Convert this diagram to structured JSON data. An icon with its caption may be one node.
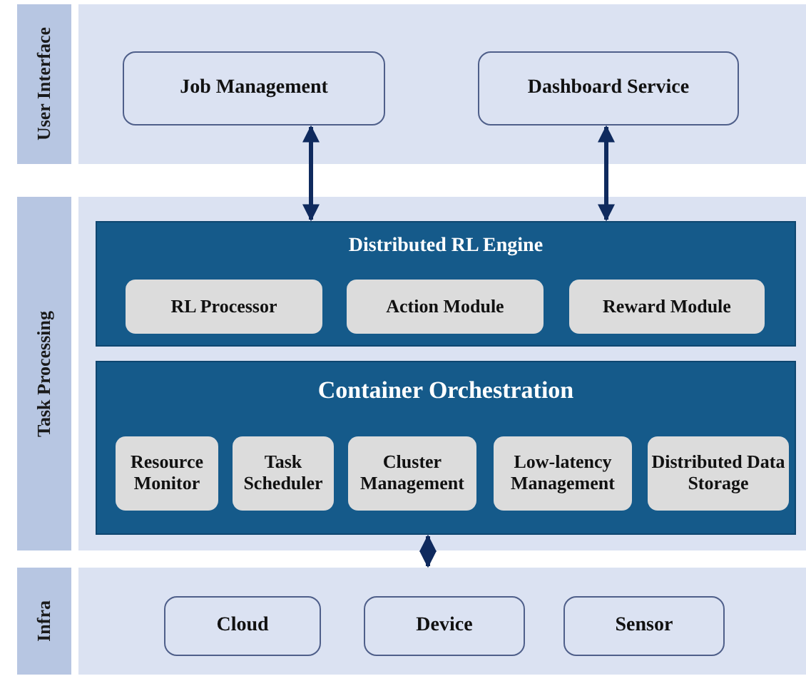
{
  "diagram": {
    "nodes": [
      {
        "text": [
          "User Interface"
        ]
      },
      {
        "text": [
          "Job Management"
        ],
        "in": 0
      },
      {
        "text": [
          "Dashboard Service"
        ],
        "in": 0
      },
      {
        "text": [
          "Task Processing"
        ]
      },
      {
        "text": [
          "Distributed RL Engine"
        ],
        "in": 3
      },
      {
        "text": [
          "RL Processor"
        ],
        "in": 4
      },
      {
        "text": [
          "Action Module"
        ],
        "in": 4
      },
      {
        "text": [
          "Reward Module"
        ],
        "in": 4
      },
      {
        "text": [
          "Container Orchestration"
        ],
        "in": 3
      },
      {
        "text": [
          "Resource Monitor"
        ],
        "in": 8
      },
      {
        "text": [
          "Task Scheduler"
        ],
        "in": 8
      },
      {
        "text": [
          "Cluster Management"
        ],
        "in": 8
      },
      {
        "text": [
          "Low-latency Management"
        ],
        "in": 8
      },
      {
        "text": [
          "Distributed Data Storage"
        ],
        "in": 8
      },
      {
        "text": [
          "Infra"
        ]
      },
      {
        "text": [
          "Cloud"
        ],
        "in": 14
      },
      {
        "text": [
          "Device"
        ],
        "in": 14
      },
      {
        "text": [
          "Sensor"
        ],
        "in": 14
      }
    ],
    "edges": [
      {
        "from": 1,
        "to": 4,
        "arrow": "both"
      },
      {
        "from": 2,
        "to": 4,
        "arrow": "both"
      },
      {
        "from": 8,
        "to": 14,
        "arrow": "both"
      }
    ]
  }
}
